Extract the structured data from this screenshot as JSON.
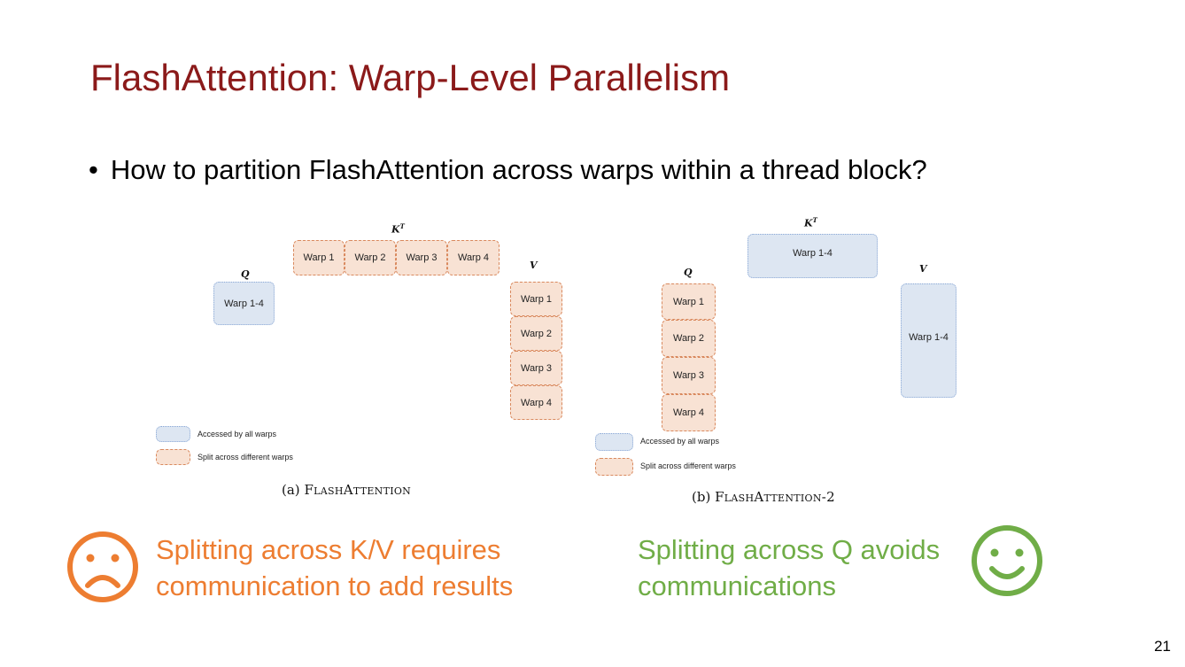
{
  "slide": {
    "title": "FlashAttention: Warp-Level Parallelism",
    "bullet": "How to partition FlashAttention across warps within a thread block?",
    "page_number": "21"
  },
  "diagram_a": {
    "caption_prefix": "(a)",
    "caption_name": "FlashAttention",
    "q_label": "Q",
    "kt_label": "K",
    "kt_sup": "T",
    "v_label": "V",
    "q_boxes": [
      "Warp 1-4"
    ],
    "kt_boxes": [
      "Warp 1",
      "Warp 2",
      "Warp 3",
      "Warp 4"
    ],
    "v_boxes": [
      "Warp 1",
      "Warp 2",
      "Warp 3",
      "Warp 4"
    ],
    "legend_shared": "Accessed by all warps",
    "legend_split": "Split across different warps"
  },
  "diagram_b": {
    "caption_prefix": "(b)",
    "caption_name": "FlashAttention-2",
    "q_label": "Q",
    "kt_label": "K",
    "kt_sup": "T",
    "v_label": "V",
    "q_boxes": [
      "Warp 1",
      "Warp 2",
      "Warp 3",
      "Warp 4"
    ],
    "kt_boxes": [
      "Warp 1-4"
    ],
    "v_boxes": [
      "Warp 1-4"
    ],
    "legend_shared": "Accessed by all warps",
    "legend_split": "Split across different warps"
  },
  "notes": {
    "bad_line1": "Splitting across K/V requires",
    "bad_line2": "communication to add results",
    "good_line1": "Splitting across Q avoids",
    "good_line2": "communications"
  },
  "icons": {
    "bad": "sad-face-icon",
    "good": "smiley-face-icon"
  },
  "colors": {
    "title": "#8b1a1a",
    "bad": "#ed7d31",
    "good": "#70ad47",
    "shared_fill": "#dde6f2",
    "split_fill": "#f8e2d4"
  }
}
